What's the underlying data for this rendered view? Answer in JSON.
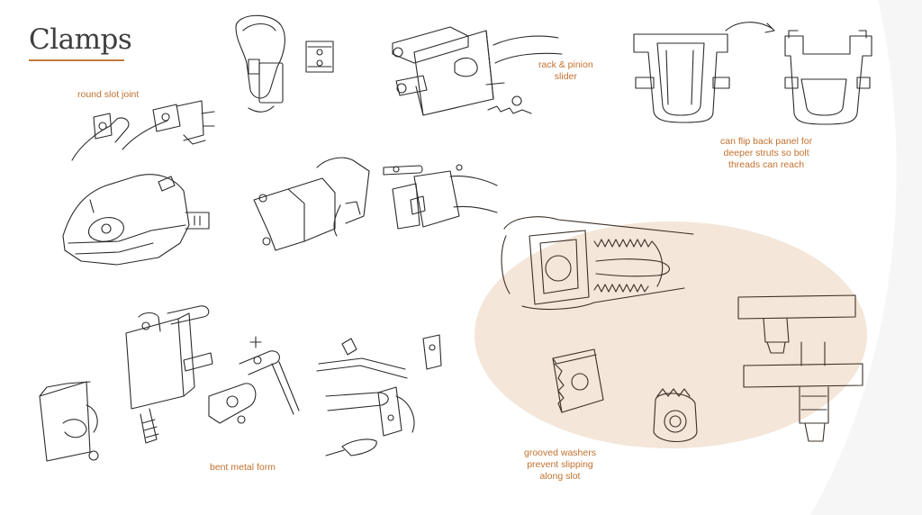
{
  "page": {
    "title": "Clamps",
    "accent_color": "#c27a3c",
    "highlight_color": "#f4e6d8"
  },
  "annotations": {
    "round_slot_joint": "round slot joint",
    "rack_pinion": [
      "rack & pinion",
      "slider"
    ],
    "flip_back_panel": [
      "can flip back panel for",
      "deeper struts so bolt",
      "threads can reach"
    ],
    "grooved_washers": [
      "grooved washers",
      "prevent slipping",
      "along slot"
    ],
    "bent_metal_form": "bent metal form"
  },
  "sketches": [
    "hand-grip-clamp-sketch-icon",
    "rack-pinion-slider-sketch-icon",
    "flip-panel-before-sketch-icon",
    "flip-panel-after-sketch-icon",
    "round-slot-joint-sketch-icon",
    "clamp-body-sketch-icon",
    "bent-bracket-clamp-sketch-icon",
    "grooved-slot-rack-sketch-icon",
    "grooved-washer-sketch-icon",
    "bent-metal-form-sketch-icon",
    "clip-detail-sketch-icon"
  ]
}
